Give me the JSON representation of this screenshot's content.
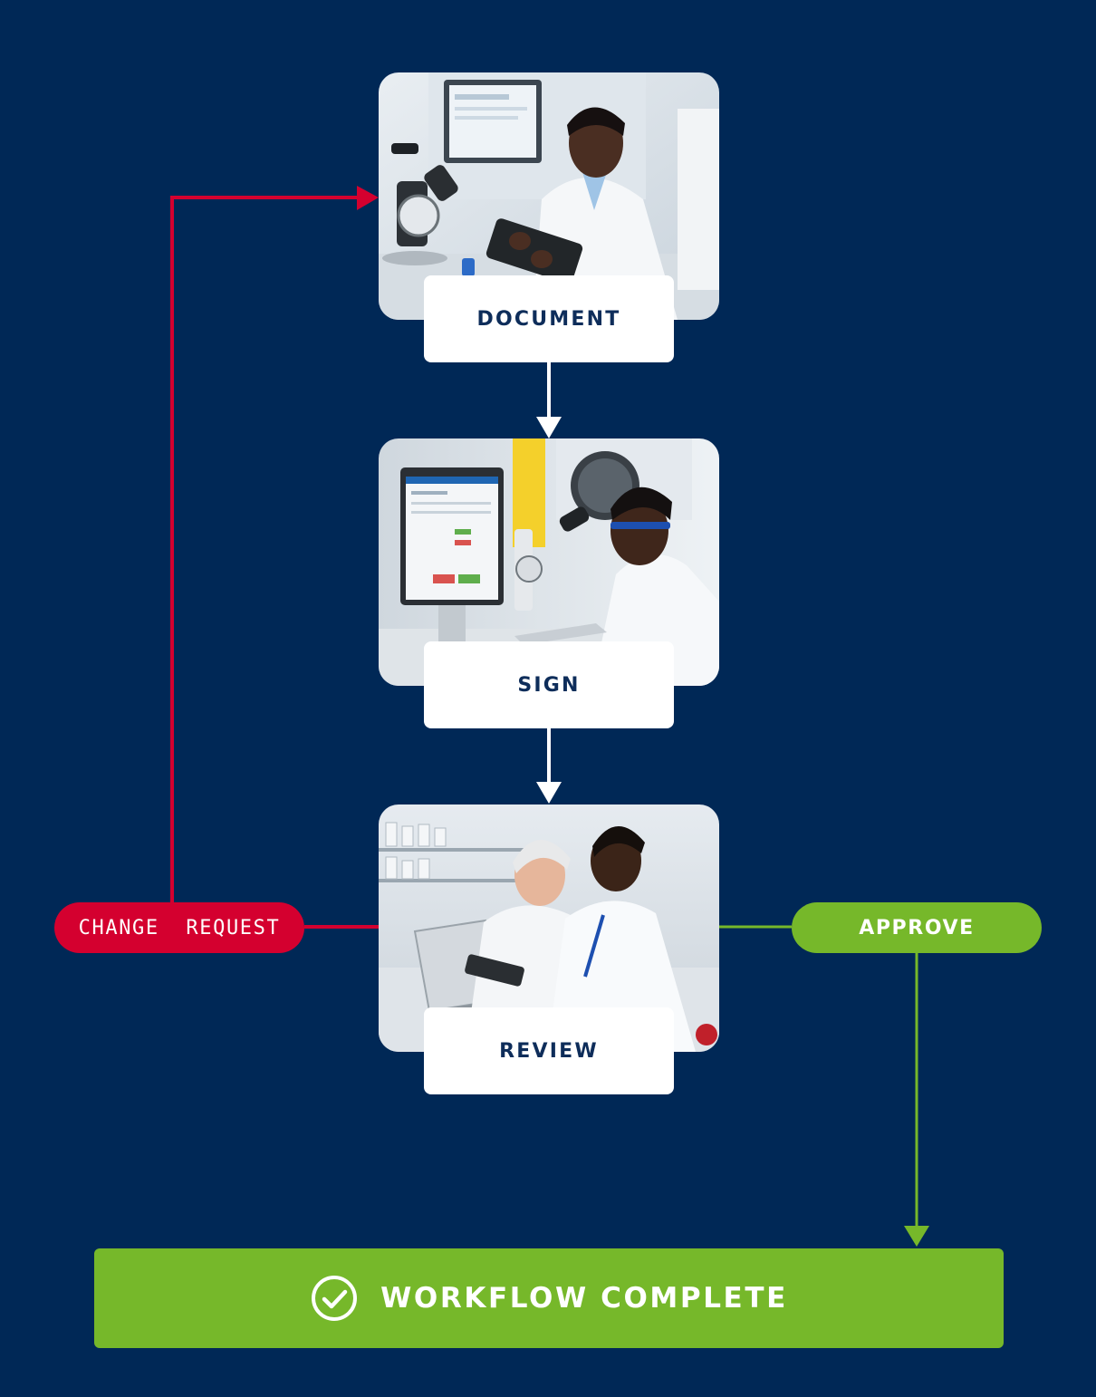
{
  "steps": [
    {
      "label": "DOCUMENT",
      "photo": "scientist-with-tablet-and-microscope"
    },
    {
      "label": "SIGN",
      "photo": "scientist-at-computer-monitor"
    },
    {
      "label": "REVIEW",
      "photo": "two-scientists-reviewing-laptop"
    }
  ],
  "branches": {
    "change_request": "CHANGE  REQUEST",
    "approve": "APPROVE"
  },
  "result": {
    "label": "WORKFLOW COMPLETE",
    "icon": "check-circle-icon"
  },
  "colors": {
    "background": "#002856",
    "change_request": "#d4002f",
    "approve": "#76b82a",
    "label_text": "#0e2d5a",
    "flow_arrow": "#ffffff"
  }
}
